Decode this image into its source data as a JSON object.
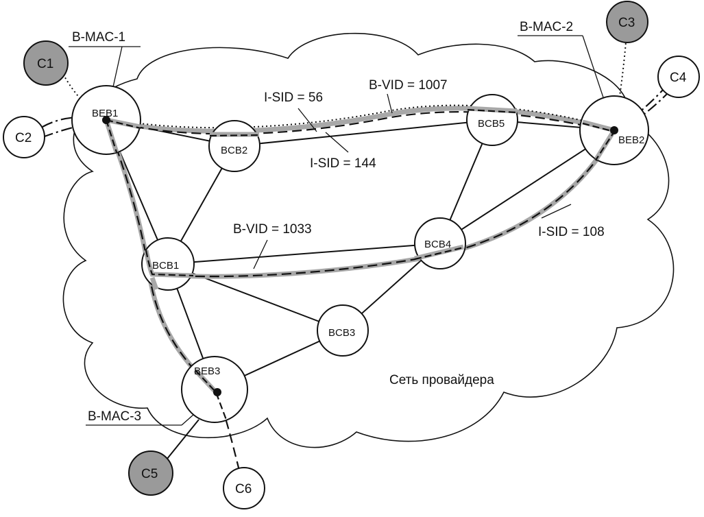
{
  "diagram": {
    "cloud_label": "Сеть  провайдера",
    "backbone_edge_bridges": [
      {
        "id": "beb1",
        "label": "BEB1"
      },
      {
        "id": "beb2",
        "label": "BEB2"
      },
      {
        "id": "beb3",
        "label": "BEB3"
      }
    ],
    "backbone_core_bridges": [
      {
        "id": "bcb1",
        "label": "BCB1"
      },
      {
        "id": "bcb2",
        "label": "BCB2"
      },
      {
        "id": "bcb3",
        "label": "BCB3"
      },
      {
        "id": "bcb4",
        "label": "BCB4"
      },
      {
        "id": "bcb5",
        "label": "BCB5"
      }
    ],
    "customers": [
      {
        "id": "c1",
        "label": "C1",
        "fill": "#9a9a9a"
      },
      {
        "id": "c2",
        "label": "C2",
        "fill": "#ffffff"
      },
      {
        "id": "c3",
        "label": "C3",
        "fill": "#9a9a9a"
      },
      {
        "id": "c4",
        "label": "C4",
        "fill": "#ffffff"
      },
      {
        "id": "c5",
        "label": "C5",
        "fill": "#9a9a9a"
      },
      {
        "id": "c6",
        "label": "C6",
        "fill": "#ffffff"
      }
    ],
    "annotations": {
      "bmac1": "B-MAC-1",
      "bmac2": "B-MAC-2",
      "bmac3": "B-MAC-3",
      "isid56": "I-SID = 56",
      "isid144": "I-SID = 144",
      "isid108": "I-SID = 108",
      "bvid1007": "B-VID = 1007",
      "bvid1033": "B-VID = 1033"
    },
    "colors": {
      "line": "#111111",
      "path_highlight": "#a8a8a8",
      "customer_gray": "#9a9a9a"
    }
  }
}
